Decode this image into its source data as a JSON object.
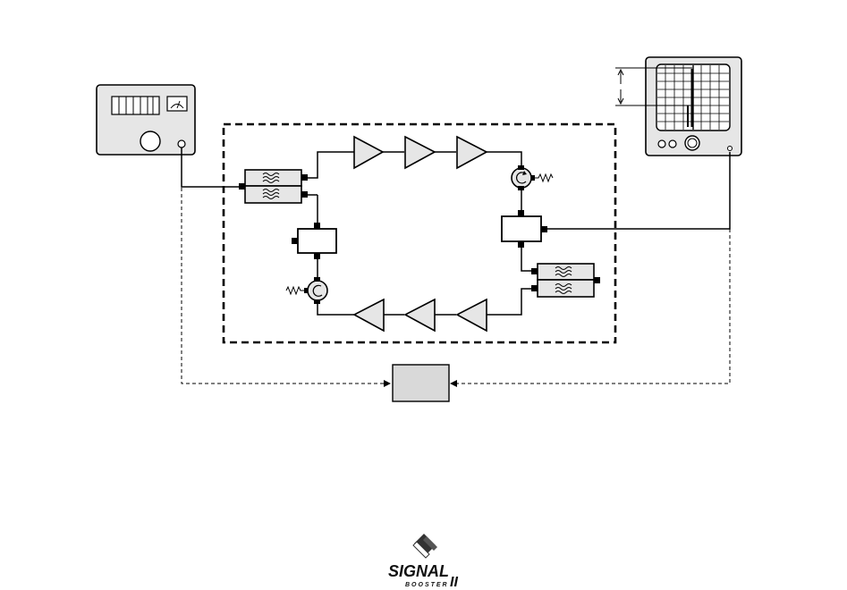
{
  "logo": {
    "name": "SIGNAL",
    "sub": "BOOSTER",
    "numeral": "II"
  },
  "icons": {
    "filter": "bandpass-filter-icon",
    "circulator": "circulator-icon",
    "amplifier": "amplifier-triangle-icon",
    "resistor": "termination-resistor-icon",
    "generator": "signal-generator-icon",
    "analyzer": "spectrum-analyzer-icon"
  },
  "colors": {
    "stroke": "#000000",
    "panel": "#e6e6e6",
    "center_box": "#d9d9d9"
  }
}
